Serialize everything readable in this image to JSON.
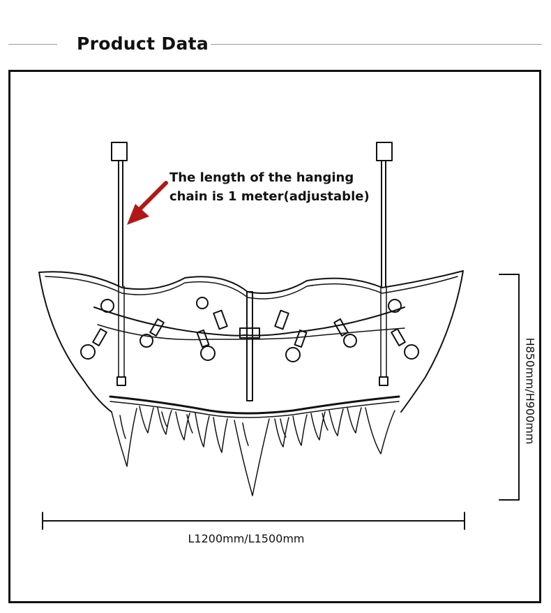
{
  "header": {
    "title": "Product Data"
  },
  "annotation": {
    "line1": "The length of the hanging",
    "line2": "chain is 1 meter(adjustable)",
    "arrow_color": "#b01818"
  },
  "dimensions": {
    "width_label": "L1200mm/L1500mm",
    "height_label": "H850mm/H900mm"
  },
  "icons": {
    "arrow": "arrow-down-left-icon"
  }
}
